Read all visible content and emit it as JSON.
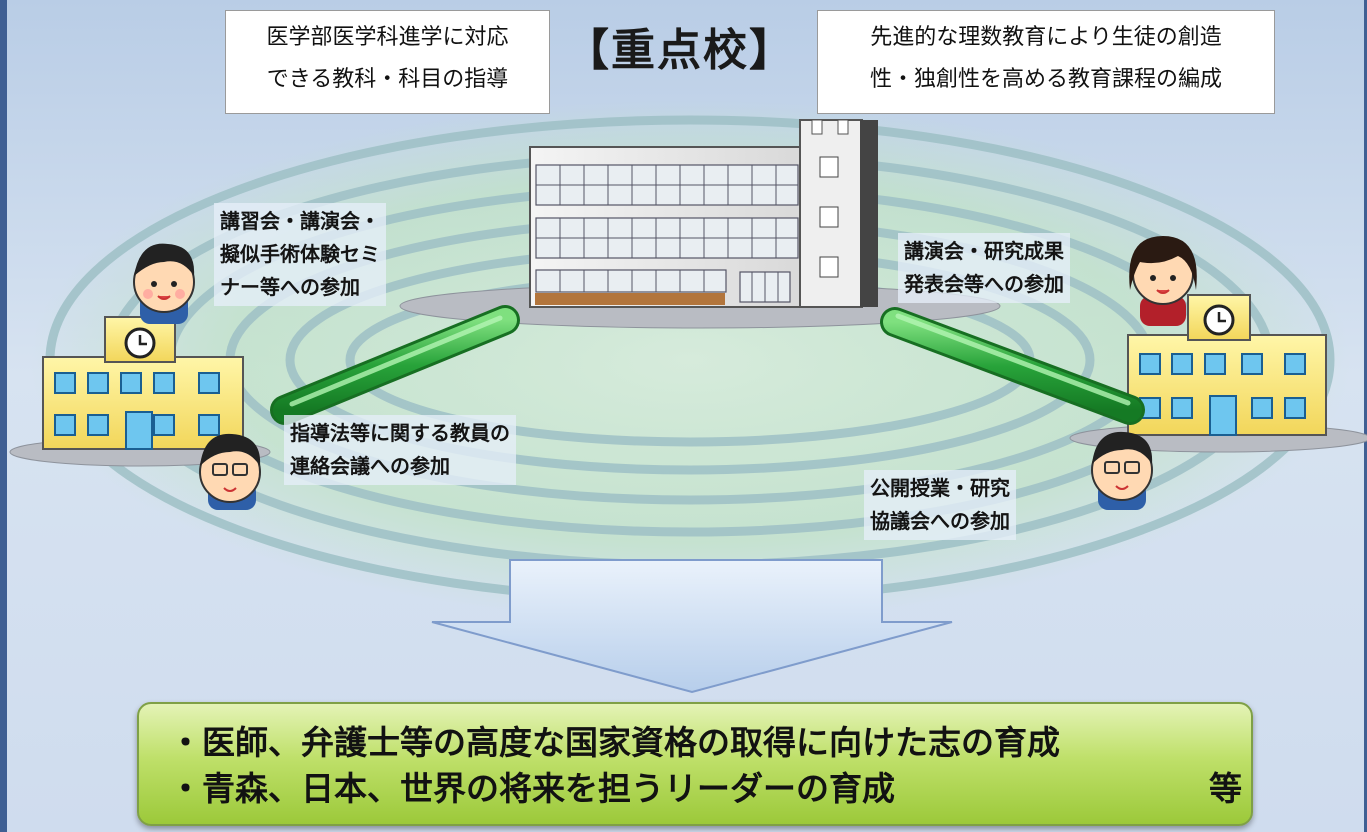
{
  "title": "【重点校】",
  "box_left": {
    "line1": "医学部医学科進学に対応",
    "line2": "できる教科・科目の指導"
  },
  "box_right": {
    "line1": "先進的な理数教育により生徒の創造",
    "line2": "性・独創性を高める教育課程の編成"
  },
  "labels": {
    "top_left": [
      "講習会・講演会・",
      "擬似手術体験セミ",
      "ナー等への参加"
    ],
    "top_right": [
      "講演会・研究成果",
      "発表会等への参加"
    ],
    "bottom_left": [
      "指導法等に関する教員の",
      "連絡会議への参加"
    ],
    "bottom_right": [
      "公開授業・研究",
      "協議会への参加"
    ]
  },
  "result": {
    "line1": "・医師、弁護士等の高度な国家資格の取得に向けた志の育成",
    "line2": "・青森、日本、世界の将来を担うリーダーの育成",
    "line2_suffix": "等"
  },
  "colors": {
    "frame": "#3f5f93",
    "ring": "#a9c7cd",
    "connector": "#2e9f3a",
    "result_green": "#9cc93a"
  }
}
